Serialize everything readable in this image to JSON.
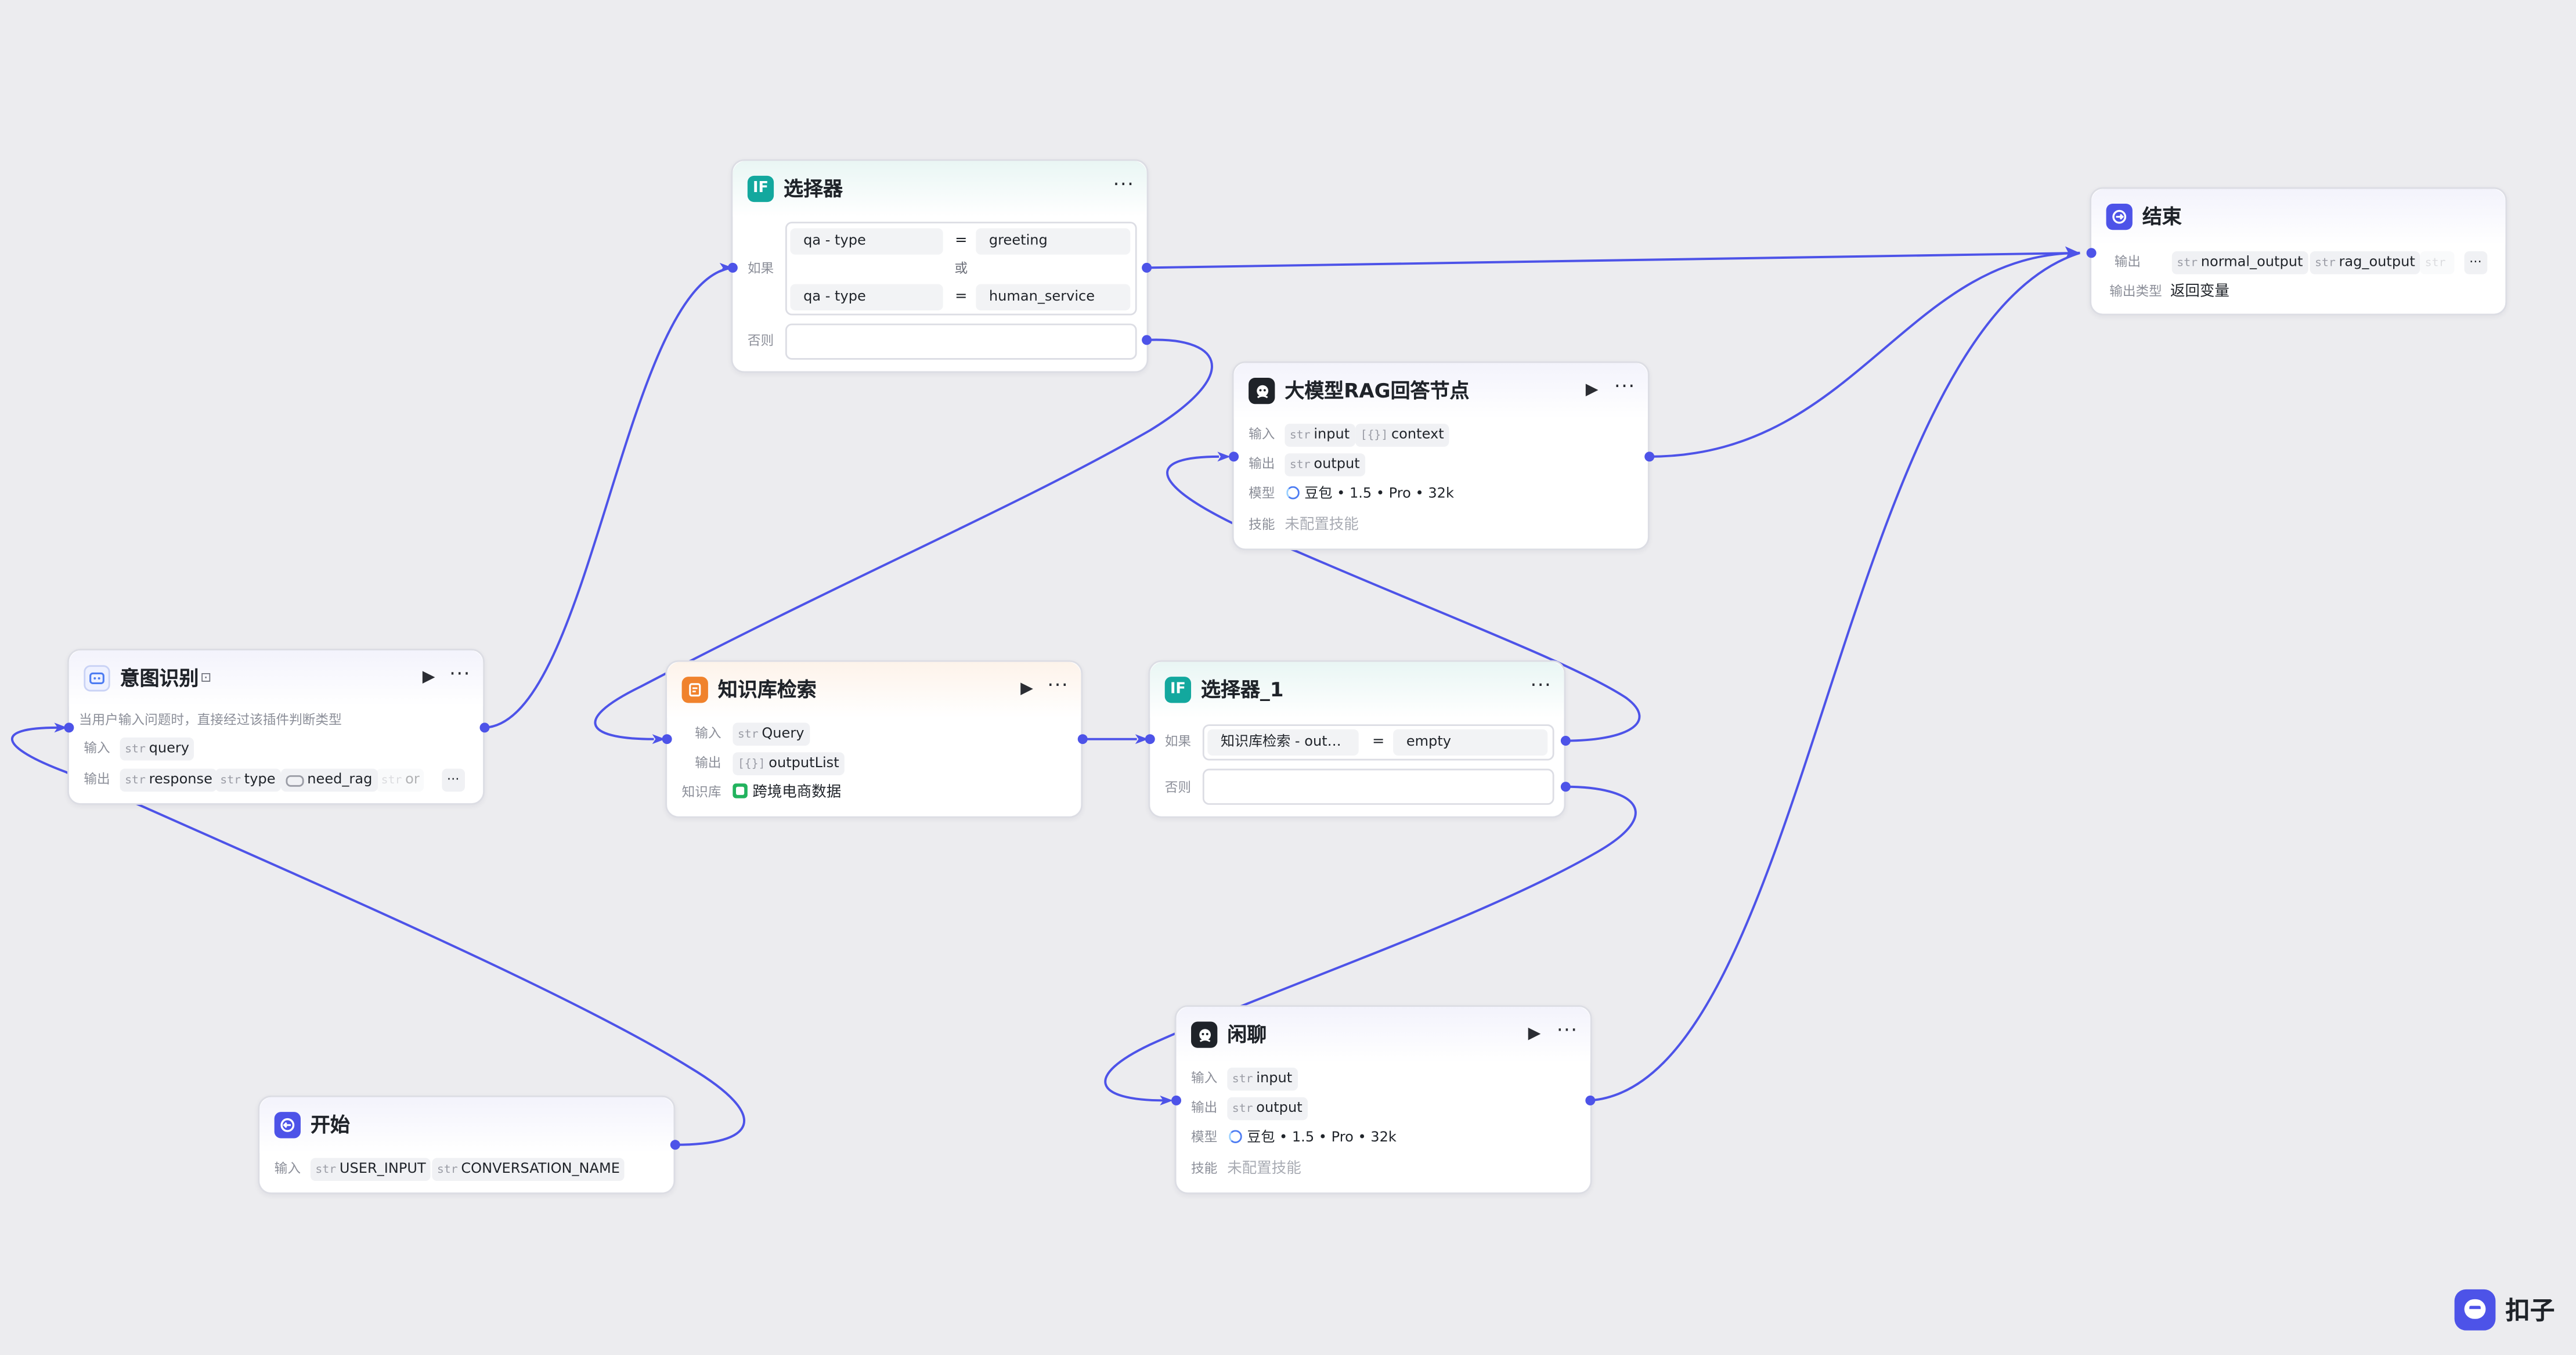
{
  "canvas": {
    "background": "#ececef",
    "edge_color": "#4d53e8"
  },
  "nodes": {
    "selector": {
      "title": "选择器",
      "icon": "IF",
      "icon_color": "#13a89e",
      "if_label": "如果",
      "else_label": "否则",
      "or_label": "或",
      "conditions": [
        {
          "left": "qa  -  type",
          "op": "=",
          "right": "greeting"
        },
        {
          "left": "qa  -  type",
          "op": "=",
          "right": "human_service"
        }
      ]
    },
    "end": {
      "title": "结束",
      "icon_color": "#4d53e8",
      "output_label": "输出",
      "output_type_label": "输出类型",
      "output_type_value": "返回变量",
      "outputs": [
        {
          "type": "str",
          "name": "normal_output"
        },
        {
          "type": "str",
          "name": "rag_output"
        },
        {
          "type": "str",
          "name": ""
        }
      ]
    },
    "rag_llm": {
      "title": "大模型RAG回答节点",
      "input_label": "输入",
      "output_label": "输出",
      "model_label": "模型",
      "skill_label": "技能",
      "inputs": [
        {
          "type": "str",
          "name": "input"
        },
        {
          "type": "[{}]",
          "name": "context"
        }
      ],
      "outputs": [
        {
          "type": "str",
          "name": "output"
        }
      ],
      "model": "豆包 • 1.5 • Pro • 32k",
      "skill": "未配置技能"
    },
    "intent": {
      "title": "意图识别",
      "description": "当用户输入问题时，直接经过该插件判断类型",
      "input_label": "输入",
      "output_label": "输出",
      "inputs": [
        {
          "type": "str",
          "name": "query"
        }
      ],
      "outputs": [
        {
          "type": "str",
          "name": "response"
        },
        {
          "type": "str",
          "name": "type"
        },
        {
          "type": "bool",
          "name": "need_rag"
        },
        {
          "type": "str",
          "name": "or"
        }
      ]
    },
    "kb_search": {
      "title": "知识库检索",
      "icon_color": "#f0822c",
      "input_label": "输入",
      "output_label": "输出",
      "kb_label": "知识库",
      "inputs": [
        {
          "type": "str",
          "name": "Query"
        }
      ],
      "outputs": [
        {
          "type": "[{}]",
          "name": "outputList"
        }
      ],
      "knowledge_base": "跨境电商数据"
    },
    "selector_1": {
      "title": "选择器_1",
      "icon": "IF",
      "icon_color": "#13a89e",
      "if_label": "如果",
      "else_label": "否则",
      "conditions": [
        {
          "left": "知识库检索  -  out…",
          "op": "=",
          "right": "empty"
        }
      ]
    },
    "chat": {
      "title": "闲聊",
      "input_label": "输入",
      "output_label": "输出",
      "model_label": "模型",
      "skill_label": "技能",
      "inputs": [
        {
          "type": "str",
          "name": "input"
        }
      ],
      "outputs": [
        {
          "type": "str",
          "name": "output"
        }
      ],
      "model": "豆包 • 1.5 • Pro • 32k",
      "skill": "未配置技能"
    },
    "start": {
      "title": "开始",
      "icon_color": "#4d53e8",
      "input_label": "输入",
      "inputs": [
        {
          "type": "str",
          "name": "USER_INPUT"
        },
        {
          "type": "str",
          "name": "CONVERSATION_NAME"
        }
      ]
    }
  },
  "toolbar": {
    "run_glyph": "▶",
    "more_glyph": "···"
  },
  "brand": {
    "name": "扣子"
  }
}
